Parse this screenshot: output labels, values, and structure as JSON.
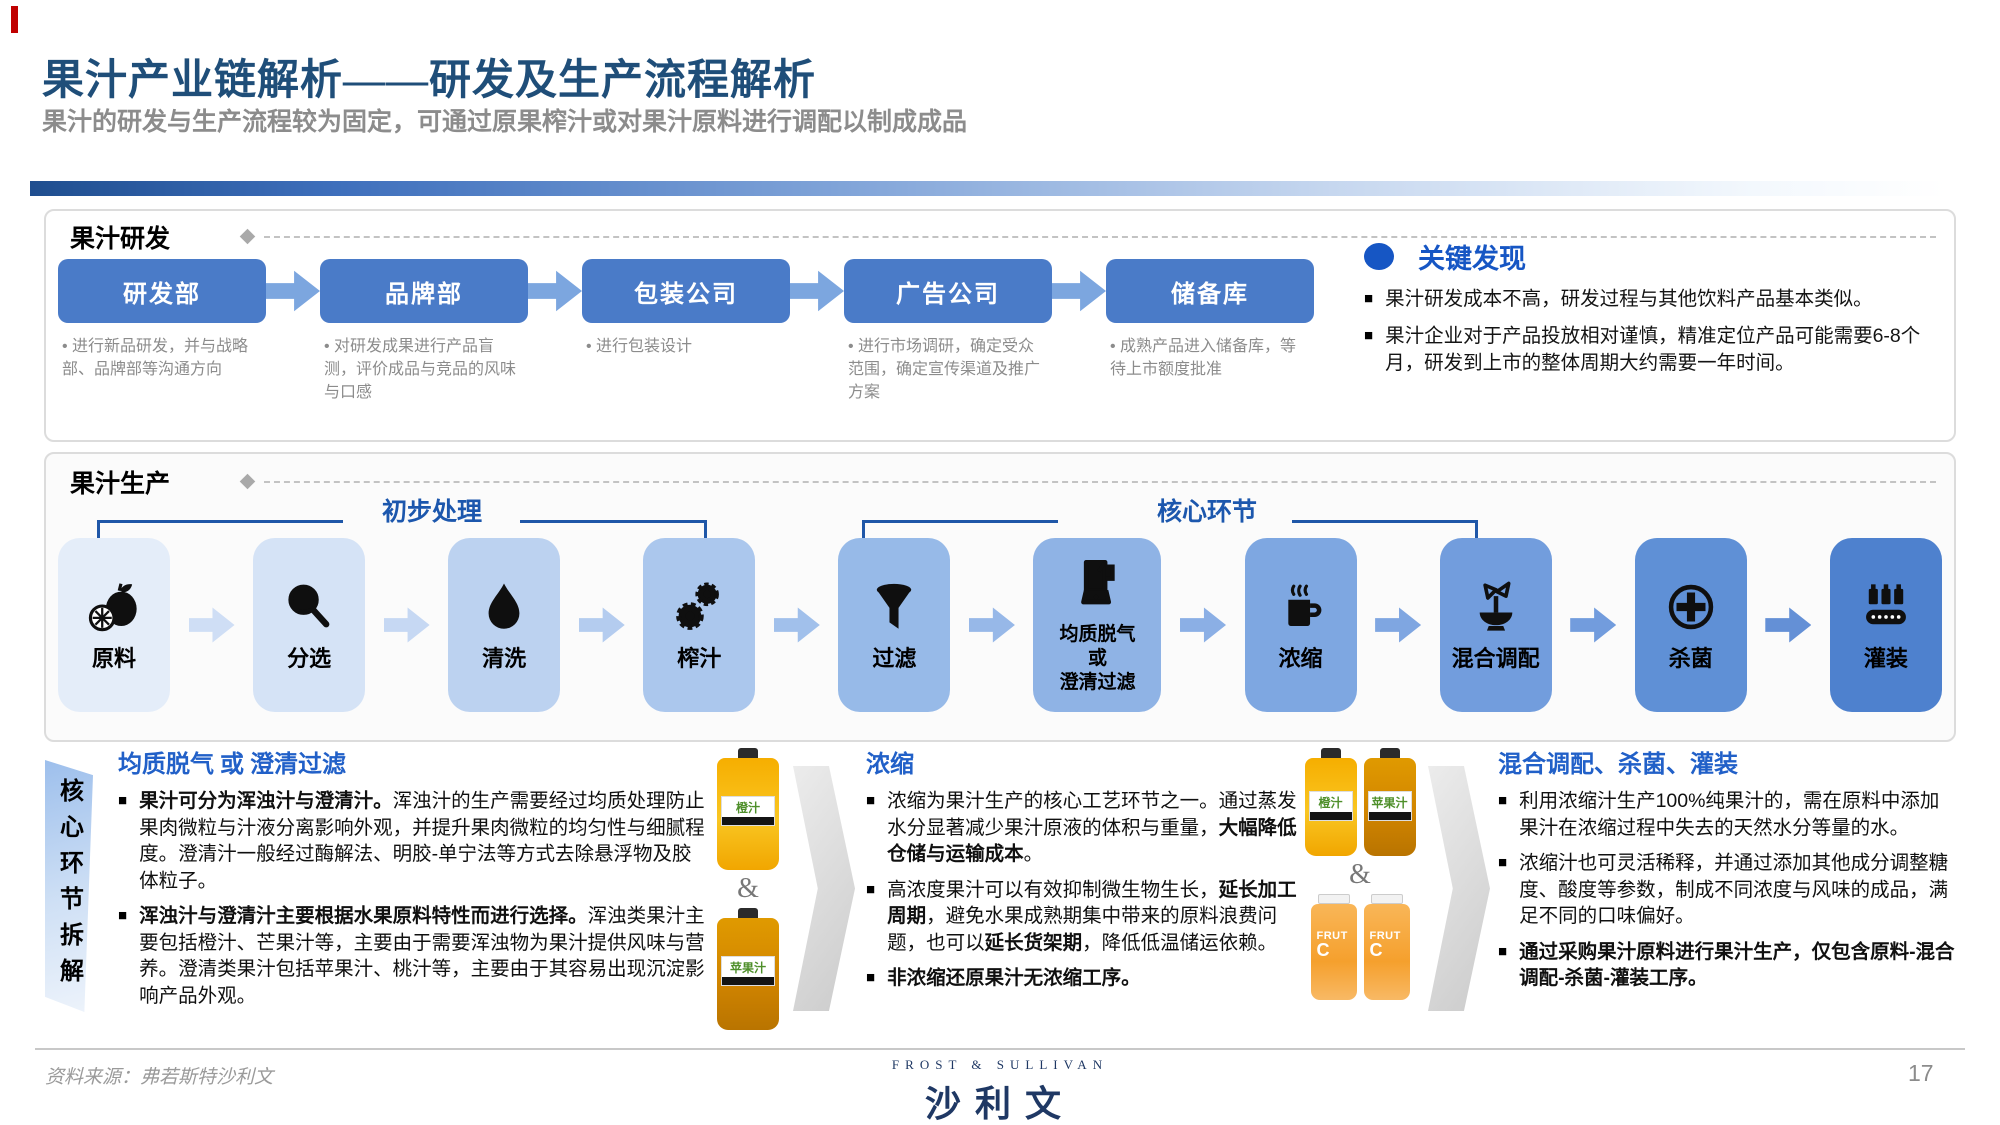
{
  "page": {
    "accent_red": "#C00000",
    "brand_navy": "#1F3864",
    "key_blue": "#1656C4"
  },
  "header": {
    "title": "果汁产业链解析——研发及生产流程解析",
    "subtitle": "果汁的研发与生产流程较为固定，可通过原果榨汁或对果汁原料进行调配以制成成品"
  },
  "rd_section": {
    "label": "果汁研发",
    "steps": [
      {
        "name": "研发部",
        "desc": "进行新品研发，并与战略部、品牌部等沟通方向"
      },
      {
        "name": "品牌部",
        "desc": "对研发成果进行产品盲测，评价成品与竞品的风味与口感"
      },
      {
        "name": "包装公司",
        "desc": "进行包装设计"
      },
      {
        "name": "广告公司",
        "desc": "进行市场调研，确定受众范围，确定宣传渠道及推广方案"
      },
      {
        "name": "储备库",
        "desc": "成熟产品进入储备库，等待上市额度批准"
      }
    ]
  },
  "key_findings": {
    "title": "关键发现",
    "items": [
      "果汁研发成本不高，研发过程与其他饮料产品基本类似。",
      "果汁企业对于产品投放相对谨慎，精准定位产品可能需要6-8个月，研发到上市的整体周期大约需要一年时间。"
    ]
  },
  "production": {
    "label": "果汁生产",
    "brackets": [
      {
        "label": "初步处理"
      },
      {
        "label": "核心环节"
      }
    ],
    "steps": [
      {
        "name": "原料",
        "icon": "fruit-icon",
        "color": "#E4EDF9"
      },
      {
        "name": "分选",
        "icon": "magnifier-icon",
        "color": "#D5E3F6"
      },
      {
        "name": "清洗",
        "icon": "droplet-icon",
        "color": "#BCD2F0"
      },
      {
        "name": "榨汁",
        "icon": "gears-icon",
        "color": "#ABC7ED"
      },
      {
        "name": "过滤",
        "icon": "funnel-icon",
        "color": "#97BAE8"
      },
      {
        "name": "均质脱气\n或\n澄清过滤",
        "icon": "blender-icon",
        "color": "#8FB3E5",
        "small": true
      },
      {
        "name": "浓缩",
        "icon": "mug-steam-icon",
        "color": "#7EA7E1"
      },
      {
        "name": "混合调配",
        "icon": "mixing-bowl-icon",
        "color": "#729DDD"
      },
      {
        "name": "杀菌",
        "icon": "sterilize-cross-icon",
        "color": "#5F90D6"
      },
      {
        "name": "灌装",
        "icon": "filling-line-icon",
        "color": "#4E81CE"
      }
    ],
    "arrow_colors": [
      "#CFDEF5",
      "#C6D8F3",
      "#B4CCEF",
      "#A1C0EB",
      "#97B8E8",
      "#8BAFE5",
      "#7FA6E1",
      "#729CDD",
      "#6490D6"
    ]
  },
  "breakdown": {
    "vertical_label": "核心环节拆解",
    "columns": [
      {
        "heading": "均质脱气 或 澄清过滤",
        "bullets": [
          {
            "segments": [
              {
                "text": "果汁可分为浑浊汁与澄清汁。",
                "bold": true
              },
              {
                "text": "浑浊汁的生产需要经过均质处理防止果肉微粒与汁液分离影响外观，并提升果肉微粒的均匀性与细腻程度。澄清汁一般经过酶解法、明胶-单宁法等方式去除悬浮物及胶体粒子。",
                "bold": false
              }
            ]
          },
          {
            "segments": [
              {
                "text": "浑浊汁与澄清汁主要根据水果原料特性而进行选择。",
                "bold": true
              },
              {
                "text": "浑浊类果汁主要包括橙汁、芒果汁等，主要由于需要浑浊物为果汁提供风味与营养。澄清类果汁包括苹果汁、桃汁等，主要由于其容易出现沉淀影响产品外观。",
                "bold": false
              }
            ]
          }
        ]
      },
      {
        "heading": "浓缩",
        "bullets": [
          {
            "segments": [
              {
                "text": "浓缩为果汁生产的核心工艺环节之一。通过蒸发水分显著减少果汁原液的体积与重量，",
                "bold": false
              },
              {
                "text": "大幅降低仓储与运输成本",
                "bold": true
              },
              {
                "text": "。",
                "bold": false
              }
            ]
          },
          {
            "segments": [
              {
                "text": "高浓度果汁可以有效抑制微生物生长，",
                "bold": false
              },
              {
                "text": "延长加工周期",
                "bold": true
              },
              {
                "text": "，避免水果成熟期集中带来的原料浪费问题，也可以",
                "bold": false
              },
              {
                "text": "延长货架期",
                "bold": true
              },
              {
                "text": "，降低低温储运依赖。",
                "bold": false
              }
            ]
          },
          {
            "segments": [
              {
                "text": "非浓缩还原果汁无浓缩工序。",
                "bold": true
              }
            ]
          }
        ]
      },
      {
        "heading": "混合调配、杀菌、灌装",
        "bullets": [
          {
            "segments": [
              {
                "text": "利用浓缩汁生产100%纯果汁的，需在原料中添加果汁在浓缩过程中失去的天然水分等量的水。",
                "bold": false
              }
            ]
          },
          {
            "segments": [
              {
                "text": "浓缩汁也可灵活稀释，并通过添加其他成分调整糖度、酸度等参数，制成不同浓度与风味的成品，满足不同的口味偏好。",
                "bold": false
              }
            ]
          },
          {
            "segments": [
              {
                "text": "通过采购果汁原料进行果汁生产，仅包含原料-混合调配-杀菌-灌装工序。",
                "bold": true
              }
            ]
          }
        ]
      }
    ],
    "bottles": {
      "amp": "&",
      "orange_label": "橙汁",
      "apple_label": "苹果汁",
      "small_brand": "FRUT",
      "small_c": "C"
    }
  },
  "footer": {
    "source": "资料来源：弗若斯特沙利文",
    "logo_en": "FROST & SULLIVAN",
    "logo_cn": "沙利文",
    "page_number": "17"
  }
}
